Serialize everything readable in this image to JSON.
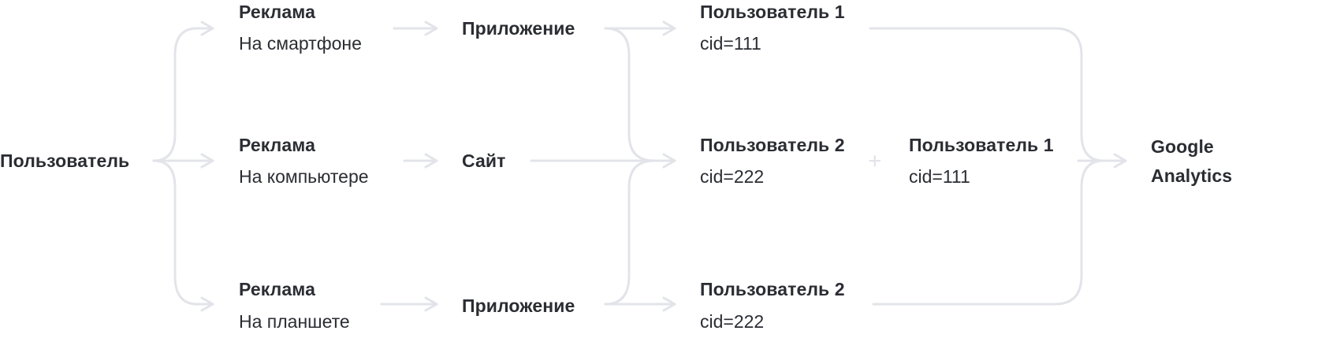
{
  "colors": {
    "text": "#2b2d33",
    "connector": "#e2e4e9"
  },
  "source": {
    "label": "Пользователь"
  },
  "ads": [
    {
      "title": "Реклама",
      "device": "На смартфоне"
    },
    {
      "title": "Реклама",
      "device": "На компьютере"
    },
    {
      "title": "Реклама",
      "device": "На планшете"
    }
  ],
  "channels": [
    {
      "label": "Приложение"
    },
    {
      "label": "Сайт"
    },
    {
      "label": "Приложение"
    }
  ],
  "users": [
    {
      "name": "Пользователь 1",
      "cid": "cid=111"
    },
    {
      "name": "Пользователь 2",
      "cid": "cid=222"
    },
    {
      "name": "Пользователь 2",
      "cid": "cid=222"
    }
  ],
  "merge": {
    "operator": "+",
    "name": "Пользователь 1",
    "cid": "cid=111"
  },
  "target": {
    "line1": "Google",
    "line2": "Analytics"
  }
}
